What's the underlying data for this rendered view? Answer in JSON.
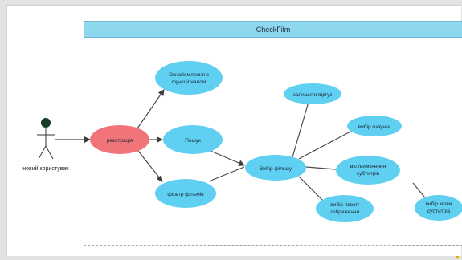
{
  "diagram": {
    "system_title": "CheckFilm",
    "actor": {
      "label": "новий користувач"
    },
    "use_cases": [
      {
        "id": "uc-ozn",
        "lines": [
          "Ознайомлення з",
          "функціоналом"
        ]
      },
      {
        "id": "uc-reg",
        "lines": [
          "реєстрація"
        ]
      },
      {
        "id": "uc-poshuk",
        "lines": [
          "Пошук"
        ]
      },
      {
        "id": "uc-filtr",
        "lines": [
          "фільтр фільмів"
        ]
      },
      {
        "id": "uc-vybir",
        "lines": [
          "Вибір фільму"
        ]
      },
      {
        "id": "uc-vidguk",
        "lines": [
          "залишити відгук"
        ]
      },
      {
        "id": "uc-ozvuch",
        "lines": [
          "вибір озвучки"
        ]
      },
      {
        "id": "uc-subt",
        "lines": [
          "вкл/вимкнення",
          "субтитрів"
        ]
      },
      {
        "id": "uc-yakist",
        "lines": [
          "вибір якості",
          "зображення"
        ]
      },
      {
        "id": "uc-mova",
        "lines": [
          "вибір мови",
          "субтитрів"
        ]
      }
    ],
    "colors": {
      "use_case_fill": "#5fd0f1",
      "highlight_fill": "#f07478",
      "header_fill": "#8ed8ef",
      "line": "#4a4a4a",
      "actor_head": "#133d24"
    }
  }
}
